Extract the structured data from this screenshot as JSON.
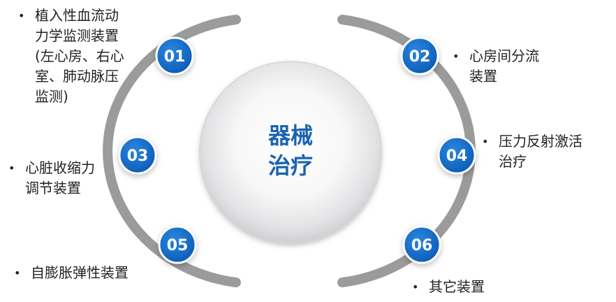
{
  "center": {
    "line1": "器械",
    "line2": "治疗"
  },
  "colors": {
    "ring": "#9b9b9b",
    "badge": "#1166c5",
    "center_text": "#1a63b0"
  },
  "items": [
    {
      "number": "01",
      "lines": [
        "植入性血流动",
        "力学监测装置",
        "(左心房、右心",
        "室、肺动脉压",
        "监测)"
      ]
    },
    {
      "number": "02",
      "lines": [
        "心房间分流",
        "装置"
      ]
    },
    {
      "number": "03",
      "lines": [
        "心脏收缩力",
        "调节装置"
      ]
    },
    {
      "number": "04",
      "lines": [
        "压力反射激活",
        "治疗"
      ]
    },
    {
      "number": "05",
      "lines": [
        "自膨胀弹性装置"
      ]
    },
    {
      "number": "06",
      "lines": [
        "其它装置"
      ]
    }
  ]
}
